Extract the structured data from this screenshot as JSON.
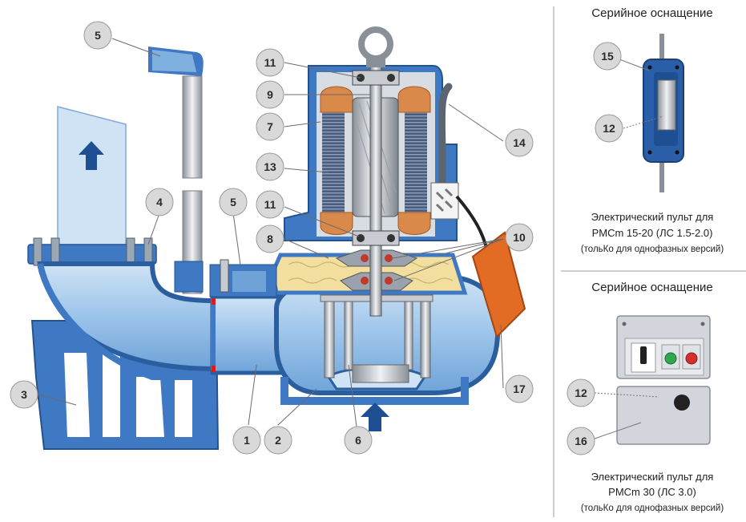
{
  "colors": {
    "body_blue": "#3f79c4",
    "light_blue": "#a9cdec",
    "pale_blue": "#cfe3f5",
    "dark_blue": "#1f4f93",
    "stator_copper": "#d98a4a",
    "float_orange": "#e36c24",
    "oil_yellow": "#f2dfa0",
    "callout_fill": "#d9d9d9"
  },
  "callouts": {
    "c1": "1",
    "c2": "2",
    "c3": "3",
    "c4": "4",
    "c5a": "5",
    "c5b": "5",
    "c6": "6",
    "c7": "7",
    "c8": "8",
    "c9": "9",
    "c10": "10",
    "c11a": "11",
    "c11b": "11",
    "c12a": "12",
    "c12b": "12",
    "c13": "13",
    "c14": "14",
    "c15": "15",
    "c16": "16",
    "c17": "17"
  },
  "panel_top": {
    "heading": "Серийное оснащение",
    "caption_line1": "Электрический пульт для",
    "caption_line2": "PMCm 15-20 (ЛС 1.5-2.0)",
    "note": "(тольКо для однофазных версий)"
  },
  "panel_bottom": {
    "heading": "Серийное оснащение",
    "caption_line1": "Электрический пульт для",
    "caption_line2": "PMCm 30 (ЛС 3.0)",
    "note": "(тольКо для однофазных версий)"
  }
}
